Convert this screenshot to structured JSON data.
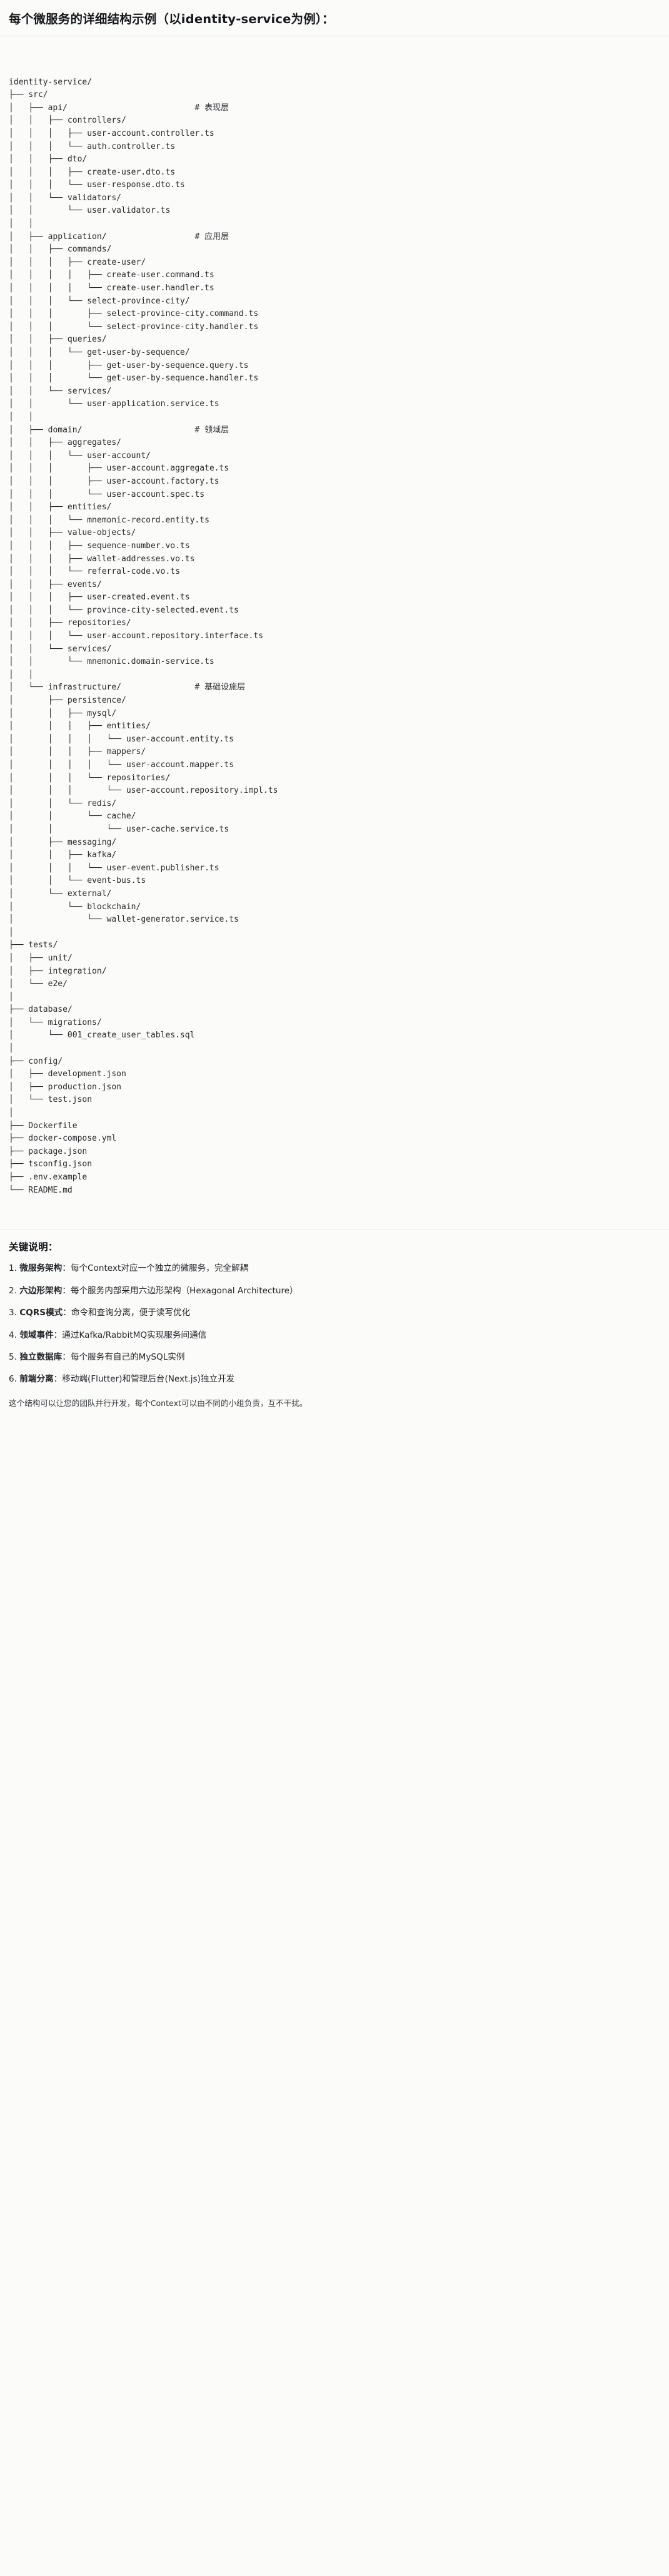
{
  "document": {
    "title": "每个微服务的详细结构示例（以identity-service为例）："
  },
  "tree": {
    "root": "identity-service/",
    "lines": [
      {
        "path": "identity-service/",
        "comment": ""
      },
      {
        "path": "├── src/",
        "comment": ""
      },
      {
        "path": "│   ├── api/",
        "comment": "# 表现层"
      },
      {
        "path": "│   │   ├── controllers/",
        "comment": ""
      },
      {
        "path": "│   │   │   ├── user-account.controller.ts",
        "comment": ""
      },
      {
        "path": "│   │   │   └── auth.controller.ts",
        "comment": ""
      },
      {
        "path": "│   │   ├── dto/",
        "comment": ""
      },
      {
        "path": "│   │   │   ├── create-user.dto.ts",
        "comment": ""
      },
      {
        "path": "│   │   │   └── user-response.dto.ts",
        "comment": ""
      },
      {
        "path": "│   │   └── validators/",
        "comment": ""
      },
      {
        "path": "│   │       └── user.validator.ts",
        "comment": ""
      },
      {
        "path": "│   │",
        "comment": ""
      },
      {
        "path": "│   ├── application/",
        "comment": "# 应用层"
      },
      {
        "path": "│   │   ├── commands/",
        "comment": ""
      },
      {
        "path": "│   │   │   ├── create-user/",
        "comment": ""
      },
      {
        "path": "│   │   │   │   ├── create-user.command.ts",
        "comment": ""
      },
      {
        "path": "│   │   │   │   └── create-user.handler.ts",
        "comment": ""
      },
      {
        "path": "│   │   │   └── select-province-city/",
        "comment": ""
      },
      {
        "path": "│   │   │       ├── select-province-city.command.ts",
        "comment": ""
      },
      {
        "path": "│   │   │       └── select-province-city.handler.ts",
        "comment": ""
      },
      {
        "path": "│   │   ├── queries/",
        "comment": ""
      },
      {
        "path": "│   │   │   └── get-user-by-sequence/",
        "comment": ""
      },
      {
        "path": "│   │   │       ├── get-user-by-sequence.query.ts",
        "comment": ""
      },
      {
        "path": "│   │   │       └── get-user-by-sequence.handler.ts",
        "comment": ""
      },
      {
        "path": "│   │   └── services/",
        "comment": ""
      },
      {
        "path": "│   │       └── user-application.service.ts",
        "comment": ""
      },
      {
        "path": "│   │",
        "comment": ""
      },
      {
        "path": "│   ├── domain/",
        "comment": "# 领域层"
      },
      {
        "path": "│   │   ├── aggregates/",
        "comment": ""
      },
      {
        "path": "│   │   │   └── user-account/",
        "comment": ""
      },
      {
        "path": "│   │   │       ├── user-account.aggregate.ts",
        "comment": ""
      },
      {
        "path": "│   │   │       ├── user-account.factory.ts",
        "comment": ""
      },
      {
        "path": "│   │   │       └── user-account.spec.ts",
        "comment": ""
      },
      {
        "path": "│   │   ├── entities/",
        "comment": ""
      },
      {
        "path": "│   │   │   └── mnemonic-record.entity.ts",
        "comment": ""
      },
      {
        "path": "│   │   ├── value-objects/",
        "comment": ""
      },
      {
        "path": "│   │   │   ├── sequence-number.vo.ts",
        "comment": ""
      },
      {
        "path": "│   │   │   ├── wallet-addresses.vo.ts",
        "comment": ""
      },
      {
        "path": "│   │   │   └── referral-code.vo.ts",
        "comment": ""
      },
      {
        "path": "│   │   ├── events/",
        "comment": ""
      },
      {
        "path": "│   │   │   ├── user-created.event.ts",
        "comment": ""
      },
      {
        "path": "│   │   │   └── province-city-selected.event.ts",
        "comment": ""
      },
      {
        "path": "│   │   ├── repositories/",
        "comment": ""
      },
      {
        "path": "│   │   │   └── user-account.repository.interface.ts",
        "comment": ""
      },
      {
        "path": "│   │   └── services/",
        "comment": ""
      },
      {
        "path": "│   │       └── mnemonic.domain-service.ts",
        "comment": ""
      },
      {
        "path": "│   │",
        "comment": ""
      },
      {
        "path": "│   └── infrastructure/",
        "comment": "# 基础设施层"
      },
      {
        "path": "│       ├── persistence/",
        "comment": ""
      },
      {
        "path": "│       │   ├── mysql/",
        "comment": ""
      },
      {
        "path": "│       │   │   ├── entities/",
        "comment": ""
      },
      {
        "path": "│       │   │   │   └── user-account.entity.ts",
        "comment": ""
      },
      {
        "path": "│       │   │   ├── mappers/",
        "comment": ""
      },
      {
        "path": "│       │   │   │   └── user-account.mapper.ts",
        "comment": ""
      },
      {
        "path": "│       │   │   └── repositories/",
        "comment": ""
      },
      {
        "path": "│       │   │       └── user-account.repository.impl.ts",
        "comment": ""
      },
      {
        "path": "│       │   └── redis/",
        "comment": ""
      },
      {
        "path": "│       │       └── cache/",
        "comment": ""
      },
      {
        "path": "│       │           └── user-cache.service.ts",
        "comment": ""
      },
      {
        "path": "│       ├── messaging/",
        "comment": ""
      },
      {
        "path": "│       │   ├── kafka/",
        "comment": ""
      },
      {
        "path": "│       │   │   └── user-event.publisher.ts",
        "comment": ""
      },
      {
        "path": "│       │   └── event-bus.ts",
        "comment": ""
      },
      {
        "path": "│       └── external/",
        "comment": ""
      },
      {
        "path": "│           └── blockchain/",
        "comment": ""
      },
      {
        "path": "│               └── wallet-generator.service.ts",
        "comment": ""
      },
      {
        "path": "│",
        "comment": ""
      },
      {
        "path": "├── tests/",
        "comment": ""
      },
      {
        "path": "│   ├── unit/",
        "comment": ""
      },
      {
        "path": "│   ├── integration/",
        "comment": ""
      },
      {
        "path": "│   └── e2e/",
        "comment": ""
      },
      {
        "path": "│",
        "comment": ""
      },
      {
        "path": "├── database/",
        "comment": ""
      },
      {
        "path": "│   └── migrations/",
        "comment": ""
      },
      {
        "path": "│       └── 001_create_user_tables.sql",
        "comment": ""
      },
      {
        "path": "│",
        "comment": ""
      },
      {
        "path": "├── config/",
        "comment": ""
      },
      {
        "path": "│   ├── development.json",
        "comment": ""
      },
      {
        "path": "│   ├── production.json",
        "comment": ""
      },
      {
        "path": "│   └── test.json",
        "comment": ""
      },
      {
        "path": "│",
        "comment": ""
      },
      {
        "path": "├── Dockerfile",
        "comment": ""
      },
      {
        "path": "├── docker-compose.yml",
        "comment": ""
      },
      {
        "path": "├── package.json",
        "comment": ""
      },
      {
        "path": "├── tsconfig.json",
        "comment": ""
      },
      {
        "path": "├── .env.example",
        "comment": ""
      },
      {
        "path": "└── README.md",
        "comment": ""
      }
    ]
  },
  "notes": {
    "title": "关键说明：",
    "items": [
      {
        "num": "1.",
        "lead": "微服务架构",
        "sep": "：",
        "body": "每个Context对应一个独立的微服务，完全解耦"
      },
      {
        "num": "2.",
        "lead": "六边形架构",
        "sep": "：",
        "body": "每个服务内部采用六边形架构（Hexagonal Architecture）"
      },
      {
        "num": "3.",
        "lead": "CQRS模式",
        "sep": "：",
        "body": "命令和查询分离，便于读写优化"
      },
      {
        "num": "4.",
        "lead": "领域事件",
        "sep": "：",
        "body": "通过Kafka/RabbitMQ实现服务间通信"
      },
      {
        "num": "5.",
        "lead": "独立数据库",
        "sep": "：",
        "body": "每个服务有自己的MySQL实例"
      },
      {
        "num": "6.",
        "lead": "前端分离",
        "sep": "：",
        "body": "移动端(Flutter)和管理后台(Next.js)独立开发"
      }
    ],
    "closing": "这个结构可以让您的团队并行开发，每个Context可以由不同的小组负责，互不干扰。"
  },
  "colors": {
    "background": "#fbfbf9",
    "text": "#1f2328",
    "code_text": "#26292c",
    "divider": "#e6e6e1"
  }
}
